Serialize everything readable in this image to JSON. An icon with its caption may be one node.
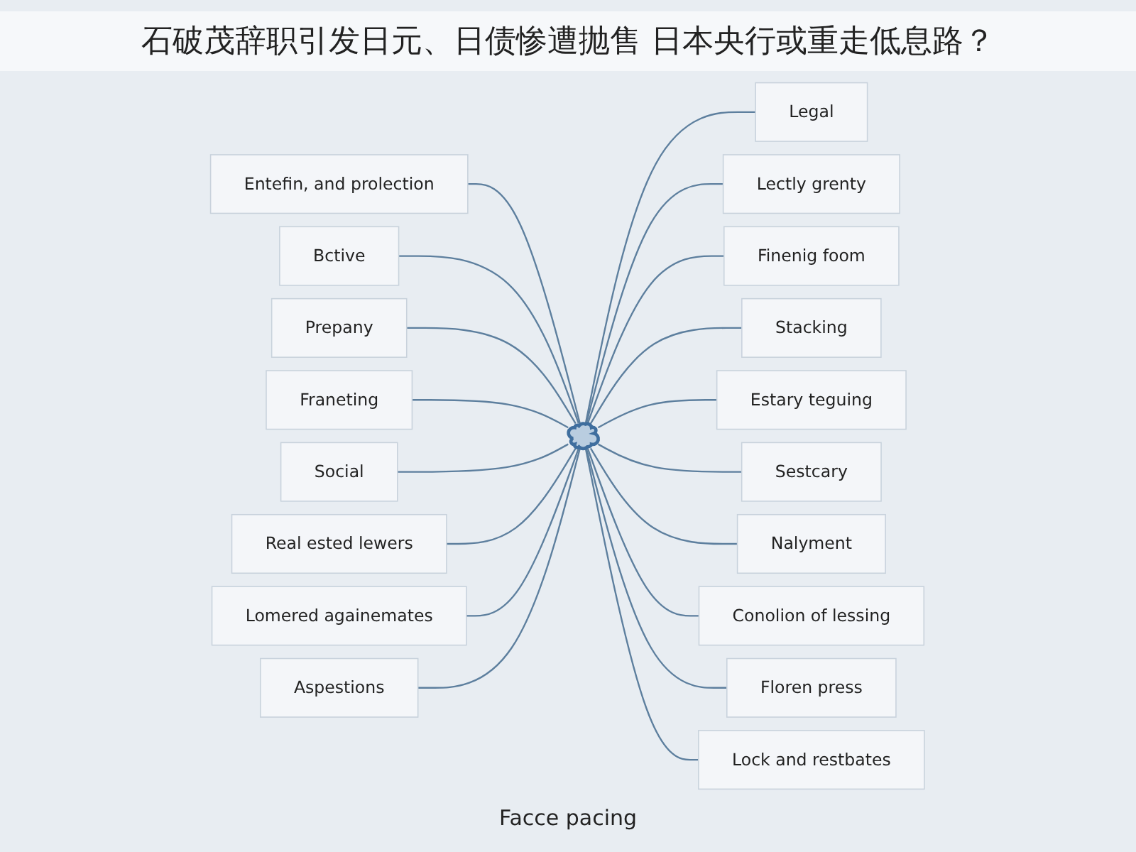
{
  "diagram": {
    "caption": "石破茂辞职引发日元、日债惨遭抛售 日本央行或重走低息路？",
    "nodes": [
      {
        "text": [],
        "shape": "cloud"
      },
      {
        "text": [
          "Entefin, and prolection"
        ]
      },
      {
        "text": [
          "Legal"
        ]
      },
      {
        "text": [
          "Bctive"
        ]
      },
      {
        "text": [
          "Lectly grenty"
        ]
      },
      {
        "text": [
          "Prepany"
        ]
      },
      {
        "text": [
          "Finenig foom"
        ]
      },
      {
        "text": [
          "Franeting"
        ]
      },
      {
        "text": [
          "Stacking"
        ]
      },
      {
        "text": [
          "Estary teguing"
        ]
      },
      {
        "text": [
          "Social"
        ]
      },
      {
        "text": [
          "Sestcary"
        ]
      },
      {
        "text": [
          "Real ested lewers"
        ]
      },
      {
        "text": [
          "Nalyment"
        ]
      },
      {
        "text": [
          "Conolion of lessing"
        ]
      },
      {
        "text": [
          "Lomered againemates"
        ]
      },
      {
        "text": [
          "Floren press"
        ]
      },
      {
        "text": [
          "Aspestions"
        ]
      },
      {
        "text": [
          "Lock and restbates"
        ]
      }
    ],
    "edges": [
      {
        "from": 1,
        "to": 0,
        "arrow": "none"
      },
      {
        "from": 0,
        "to": 2,
        "arrow": "none"
      },
      {
        "from": 3,
        "to": 0,
        "arrow": "none"
      },
      {
        "from": 0,
        "to": 4,
        "arrow": "none"
      },
      {
        "from": 5,
        "to": 0,
        "arrow": "none"
      },
      {
        "from": 0,
        "to": 6,
        "arrow": "none"
      },
      {
        "from": 7,
        "to": 0,
        "arrow": "none"
      },
      {
        "from": 0,
        "to": 8,
        "arrow": "none"
      },
      {
        "from": 0,
        "to": 9,
        "arrow": "none"
      },
      {
        "from": 10,
        "to": 0,
        "arrow": "none"
      },
      {
        "from": 0,
        "to": 11,
        "arrow": "none"
      },
      {
        "from": 12,
        "to": 0,
        "arrow": "none"
      },
      {
        "from": 0,
        "to": 13,
        "arrow": "none"
      },
      {
        "from": 0,
        "to": 14,
        "arrow": "none"
      },
      {
        "from": 15,
        "to": 0,
        "arrow": "none"
      },
      {
        "from": 0,
        "to": 16,
        "arrow": "none"
      },
      {
        "from": 17,
        "to": 0,
        "arrow": "none"
      },
      {
        "from": 0,
        "to": 18,
        "arrow": "none"
      }
    ],
    "labels": [
      "Facce pacing"
    ]
  }
}
